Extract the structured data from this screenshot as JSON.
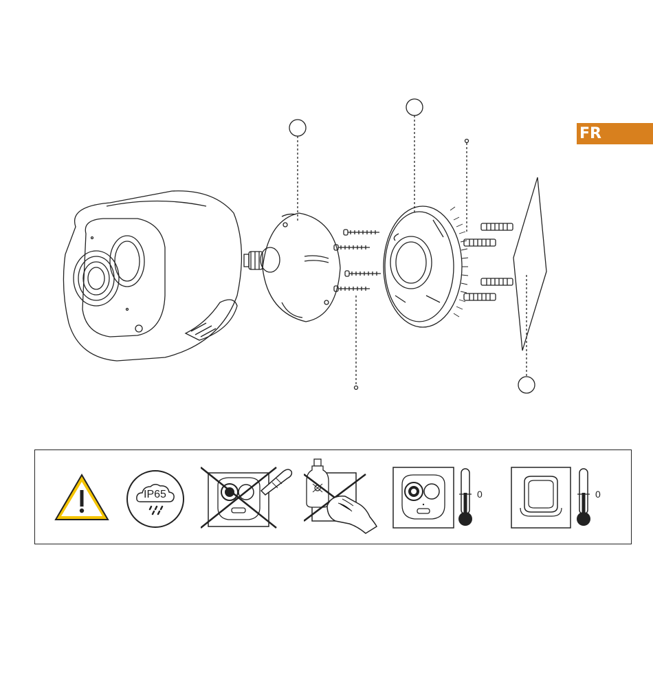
{
  "language_tab": "FR",
  "warnings": {
    "ip_rating": "IP65",
    "camera_temp_value": "0",
    "base_temp_value": "0"
  }
}
